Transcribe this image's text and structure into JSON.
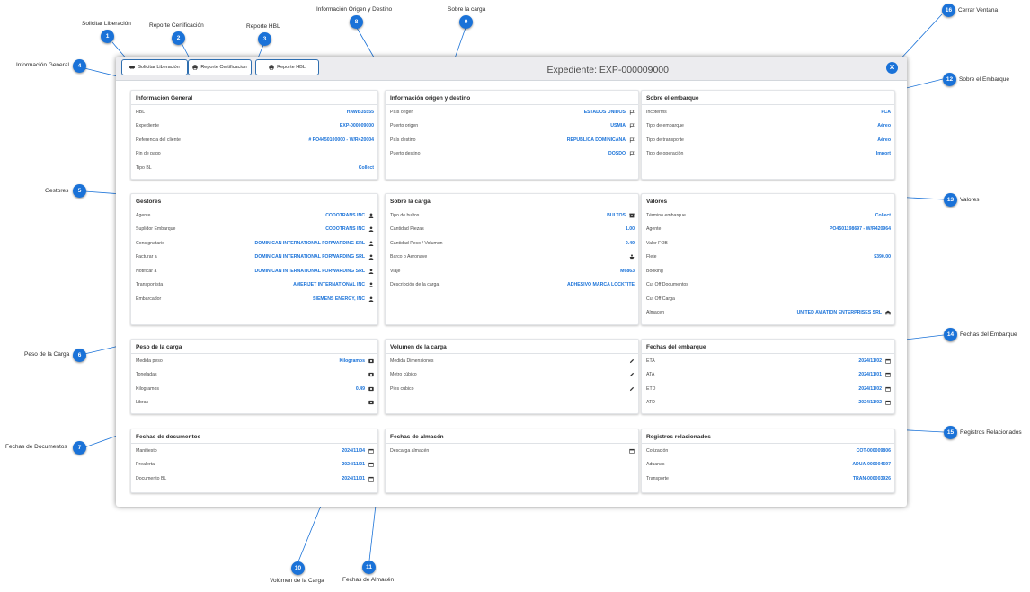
{
  "modal": {
    "title": "Expediente: EXP-000009000",
    "buttons": {
      "solicitar": "Solicitar Liberación",
      "certificacion": "Reporte Certificacion",
      "hbl": "Reporte HBL"
    },
    "close_label": "×"
  },
  "cards": {
    "general": {
      "title": "Información General",
      "rows": [
        {
          "label": "HBL",
          "value": "HAWB35555"
        },
        {
          "label": "Expediente",
          "value": "EXP-000009000"
        },
        {
          "label": "Referencia del cliente",
          "value": "# PO4450100000 - W/R420004"
        },
        {
          "label": "Pin de pago",
          "value": ""
        },
        {
          "label": "Tipo BL",
          "value": "Collect"
        }
      ]
    },
    "origen": {
      "title": "Información origen y destino",
      "rows": [
        {
          "label": "País origen",
          "value": "ESTADOS UNIDOS",
          "icon": "flag-icon"
        },
        {
          "label": "Puerto origen",
          "value": "USMIA",
          "icon": "flag-icon"
        },
        {
          "label": "País destino",
          "value": "REPÚBLICA DOMINICANA",
          "icon": "flag-icon"
        },
        {
          "label": "Puerto destino",
          "value": "DOSDQ",
          "icon": "flag-icon"
        }
      ]
    },
    "embarque": {
      "title": "Sobre el embarque",
      "rows": [
        {
          "label": "Incoterms",
          "value": "FCA"
        },
        {
          "label": "Tipo de embarque",
          "value": "Aéreo"
        },
        {
          "label": "Tipo de transporte",
          "value": "Aéreo"
        },
        {
          "label": "Tipo de operación",
          "value": "Import"
        }
      ]
    },
    "gestores": {
      "title": "Gestores",
      "rows": [
        {
          "label": "Agente",
          "value": "CODOTRANS INC",
          "icon": "user-icon"
        },
        {
          "label": "Suplidor Embarque",
          "value": "CODOTRANS INC",
          "icon": "user-icon"
        },
        {
          "label": "Consignatario",
          "value": "DOMINICAN INTERNATIONAL FORWARDING SRL",
          "icon": "user-icon"
        },
        {
          "label": "Facturar a",
          "value": "DOMINICAN INTERNATIONAL FORWARDING SRL",
          "icon": "user-icon"
        },
        {
          "label": "Notificar a",
          "value": "DOMINICAN INTERNATIONAL FORWARDING SRL",
          "icon": "user-icon"
        },
        {
          "label": "Transportista",
          "value": "AMERIJET INTERNATIONAL INC",
          "icon": "user-icon"
        },
        {
          "label": "Embarcador",
          "value": "SIEMENS ENERGY, INC",
          "icon": "user-icon"
        }
      ]
    },
    "carga": {
      "title": "Sobre la carga",
      "rows": [
        {
          "label": "Tipo de bultos",
          "value": "BULTOS",
          "icon": "box-icon"
        },
        {
          "label": "Cantidad Piezas",
          "value": "1.00"
        },
        {
          "label": "Cantidad Peso / Volumen",
          "value": "0.49"
        },
        {
          "label": "Barco o Aeronave",
          "value": "",
          "icon": "ship-icon"
        },
        {
          "label": "Viaje",
          "value": "M6863"
        },
        {
          "label": "Descripción de la carga",
          "value": "ADHESIVO MARCA LOCKTITE"
        }
      ]
    },
    "valores": {
      "title": "Valores",
      "rows": [
        {
          "label": "Término embarque",
          "value": "Collect"
        },
        {
          "label": "Agente",
          "value": "PO4501198697 - W/R420964"
        },
        {
          "label": "Valor FOB",
          "value": ""
        },
        {
          "label": "Flete",
          "value": "$390.00"
        },
        {
          "label": "Booking",
          "value": ""
        },
        {
          "label": "Cut Off Documentos",
          "value": ""
        },
        {
          "label": "Cut Off Carga",
          "value": ""
        },
        {
          "label": "Almacen",
          "value": "UNITED AVIATION ENTERPRISES SRL",
          "icon": "warehouse-icon"
        }
      ]
    },
    "peso": {
      "title": "Peso de la carga",
      "rows": [
        {
          "label": "Medida peso",
          "value": "Kilogramos",
          "icon": "weight-icon"
        },
        {
          "label": "Toneladas",
          "value": "",
          "icon": "weight-icon"
        },
        {
          "label": "Kilogramos",
          "value": "0.49",
          "icon": "weight-icon"
        },
        {
          "label": "Libras",
          "value": "",
          "icon": "weight-icon"
        }
      ]
    },
    "volumen": {
      "title": "Volumen de la carga",
      "rows": [
        {
          "label": "Medida Dimensiones",
          "value": "",
          "icon": "pencil-icon"
        },
        {
          "label": "Metro cúbico",
          "value": "",
          "icon": "pencil-icon"
        },
        {
          "label": "Pies cúbico",
          "value": "",
          "icon": "pencil-icon"
        }
      ]
    },
    "fechas_embarque": {
      "title": "Fechas del embarque",
      "rows": [
        {
          "label": "ETA",
          "value": "2024/11/02",
          "icon": "calendar-icon"
        },
        {
          "label": "ATA",
          "value": "2024/11/01",
          "icon": "calendar-icon"
        },
        {
          "label": "ETD",
          "value": "2024/11/02",
          "icon": "calendar-icon"
        },
        {
          "label": "ATD",
          "value": "2024/11/02",
          "icon": "calendar-icon"
        }
      ]
    },
    "fechas_documentos": {
      "title": "Fechas de documentos",
      "rows": [
        {
          "label": "Manifiesto",
          "value": "2024/11/04",
          "icon": "calendar-icon"
        },
        {
          "label": "Prealerta",
          "value": "2024/11/01",
          "icon": "calendar-icon"
        },
        {
          "label": "Documento BL",
          "value": "2024/11/01",
          "icon": "calendar-icon"
        }
      ]
    },
    "fechas_almacen": {
      "title": "Fechas de almacén",
      "rows": [
        {
          "label": "Descarga almacén",
          "value": "",
          "icon": "calendar-icon"
        }
      ]
    },
    "registros": {
      "title": "Registros relacionados",
      "rows": [
        {
          "label": "Cotización",
          "value": "COT-000009806"
        },
        {
          "label": "Aduanas",
          "value": "ADUA-000004597"
        },
        {
          "label": "Transporte",
          "value": "TRAN-000003926"
        }
      ]
    }
  },
  "callouts": [
    {
      "num": "1",
      "label": "Solicitar Liberación"
    },
    {
      "num": "2",
      "label": "Reporte Certificación"
    },
    {
      "num": "3",
      "label": "Reporte HBL"
    },
    {
      "num": "4",
      "label": "Información General"
    },
    {
      "num": "5",
      "label": "Gestores"
    },
    {
      "num": "6",
      "label": "Peso de la Carga"
    },
    {
      "num": "7",
      "label": "Fechas de Documentos"
    },
    {
      "num": "8",
      "label": "Información Origen y Destino"
    },
    {
      "num": "9",
      "label": "Sobre la carga"
    },
    {
      "num": "10",
      "label": "Volúmen de la Carga"
    },
    {
      "num": "11",
      "label": "Fechas de Almacén"
    },
    {
      "num": "12",
      "label": "Sobre el Embarque"
    },
    {
      "num": "13",
      "label": "Valores"
    },
    {
      "num": "14",
      "label": "Fechas del Embarque"
    },
    {
      "num": "15",
      "label": "Registros Relacionados"
    },
    {
      "num": "16",
      "label": "Cerrar Ventana"
    }
  ]
}
